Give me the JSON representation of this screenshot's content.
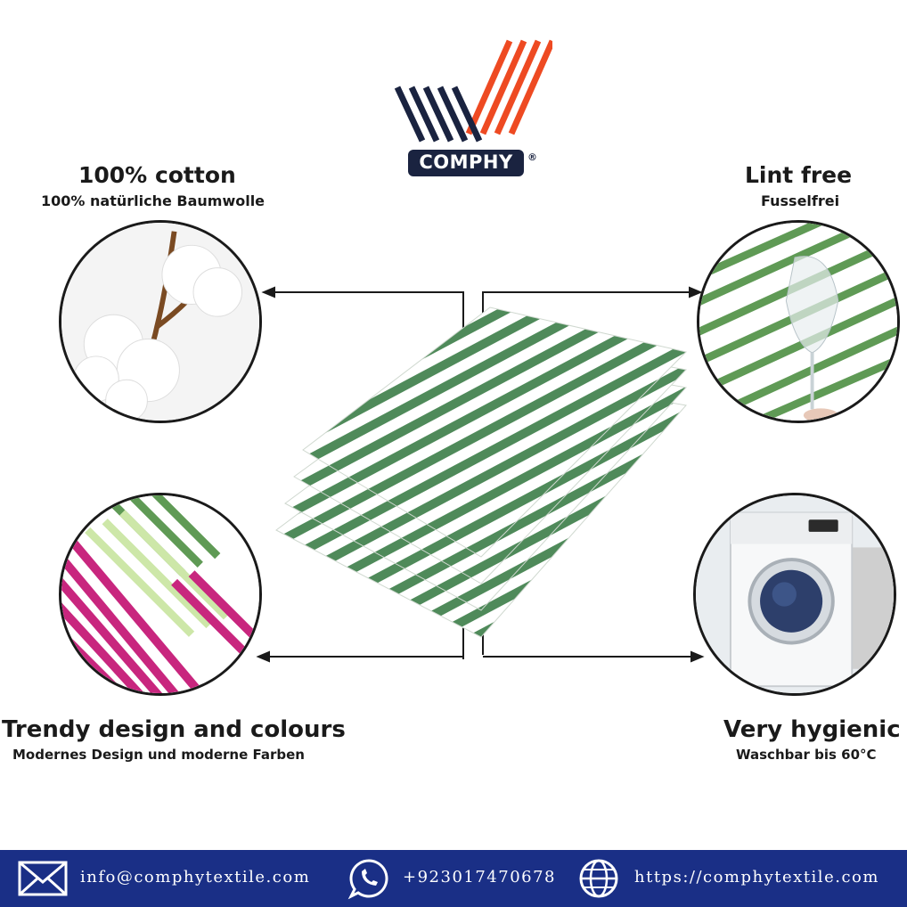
{
  "brand": {
    "name": "COMPHY",
    "registered": "®",
    "colors": {
      "navy": "#1a2340",
      "orange": "#ee4a22"
    }
  },
  "features": {
    "cotton": {
      "title": "100% cotton",
      "subtitle": "100% natürliche Baumwolle",
      "image": "cotton-flower"
    },
    "lint": {
      "title": "Lint free",
      "subtitle": "Fusselfrei",
      "image": "towel-with-wine-glass"
    },
    "design": {
      "title": "Trendy design and colours",
      "subtitle": "Modernes Design und moderne Farben",
      "image": "striped-towels-pink-green"
    },
    "hygiene": {
      "title": "Very hygienic",
      "subtitle": "Waschbar bis 60°C",
      "image": "washing-machine"
    }
  },
  "product": {
    "image": "folded-green-striped-tea-towels",
    "stripe_color": "#4f8a5a"
  },
  "footer": {
    "background": "#1a2f86",
    "email": "info@comphytextile.com",
    "phone": "+923017470678",
    "website": "https://comphytextile.com"
  }
}
